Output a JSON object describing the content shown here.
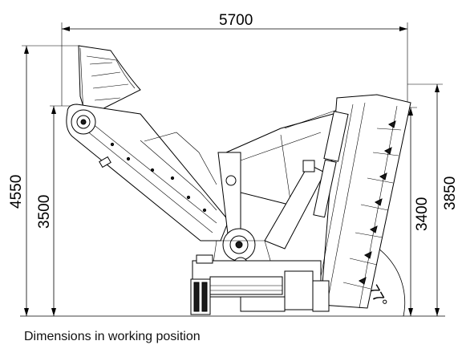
{
  "dimensions": {
    "overall_length": "5700",
    "overall_height": "4550",
    "left_height": "3500",
    "right_height_outer": "3850",
    "right_height_inner": "3400",
    "tilt_angle": "77°"
  },
  "caption": "Dimensions in working position"
}
